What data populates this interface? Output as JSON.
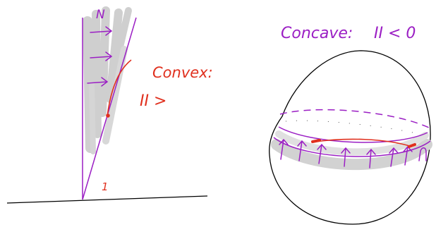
{
  "left_panel": {
    "normal_label": "N",
    "vertical_mark": "1",
    "convex_label": "Convex:",
    "convex_inequality": "II >"
  },
  "right_panel": {
    "concave_label": "Concave:",
    "concave_inequality": "II < 0"
  },
  "colors": {
    "ink": "#000000",
    "purple": "#9b1fc4",
    "red": "#e0301e",
    "shade": "#c8c8c8"
  }
}
